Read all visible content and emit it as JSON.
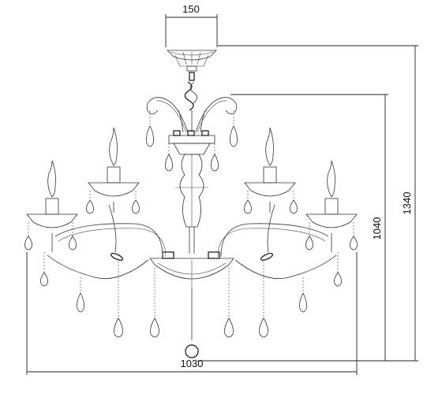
{
  "drawing": {
    "colors": {
      "ink": "#333333",
      "dimension_line": "#222222",
      "background": "#ffffff"
    },
    "dimensions": {
      "top_width": "150",
      "total_height": "1340",
      "body_height": "1040",
      "total_width": "1030"
    }
  }
}
